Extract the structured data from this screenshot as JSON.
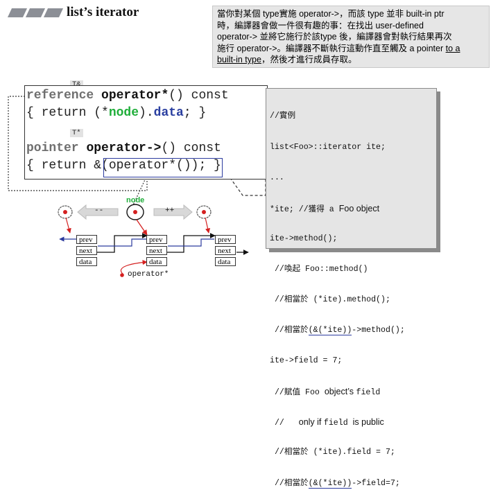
{
  "header": {
    "title": "list’s iterator",
    "note": {
      "line1": "當你對某個 type實施 operator->，而該 type 並非 built-in ptr",
      "line2": "時，編譯器會做一件很有趣的事：在找出 user-defined",
      "line3": "operator-> 並將它施行於該type 後，編譯器會對執行結果再次",
      "line4_a": "施行 operator->。編譯器不斷執行這動作直至觸及 a pointer ",
      "line4_b": "to a",
      "line5_a": "built-in type",
      "line5_b": "，然後才進行成員存取。"
    }
  },
  "code": {
    "tag1": "T&",
    "tag2": "T*",
    "line1_kw": "reference",
    "line1_fn": "operator*",
    "line1_rest": "() const",
    "line2_a": "{ return (*",
    "line2_node": "node",
    "line2_b": ").",
    "line2_data": "data",
    "line2_c": "; }",
    "line3_kw": "pointer",
    "line3_fn": "operator->",
    "line3_rest": "() const",
    "line4_a": "{ return ",
    "line4_box": "&(operator*())",
    "line4_b": "; }"
  },
  "example": {
    "l1": "//實例",
    "l2": "list<Foo>::iterator ite;",
    "l3": "...",
    "l4_a": "*ite; //獲得 a ",
    "l4_b": "Foo object",
    "l5": "ite->method();",
    "l6": " //喚起 Foo::method()",
    "l7": " //相當於 (*ite).method();",
    "l8_a": " //相當於",
    "l8_u": "(&(*ite))",
    "l8_b": "->method();",
    "l9": "ite->field = 7;",
    "l10_a": " //賦值 Foo ",
    "l10_b": "object’s ",
    "l10_c": "field",
    "l11_a": " //   ",
    "l11_b": "only if ",
    "l11_c": "field ",
    "l11_d": "is public",
    "l12": " //相當於 (*ite).field = 7;",
    "l13_a": " //相當於",
    "l13_u": "(&(*ite))",
    "l13_b": "->field=7;"
  },
  "diagram": {
    "node_label": "node",
    "minus_label": "--",
    "plus_label": "++",
    "op_label": "operator*",
    "cells": [
      "prev",
      "next",
      "data"
    ]
  },
  "colors": {
    "accent_blue": "#2b3a9e",
    "node_green": "#1fae3a",
    "pointer_red": "#d42020",
    "panel_gray": "#e5e5e5"
  }
}
